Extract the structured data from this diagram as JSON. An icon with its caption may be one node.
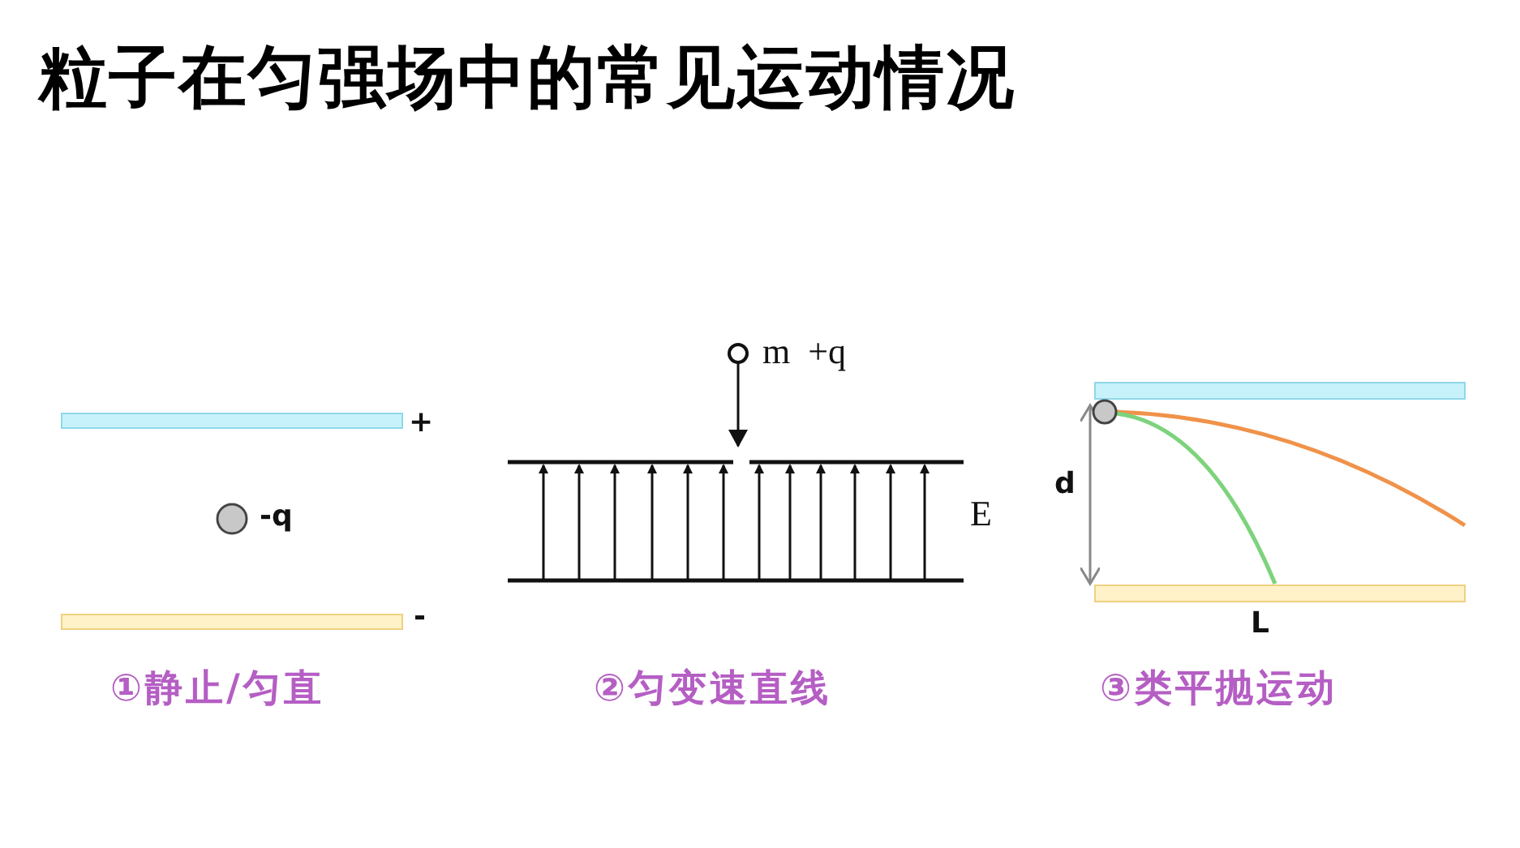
{
  "diagram": {
    "title": "粒子在匀强场中的常见运动情况",
    "labels": [
      "+",
      "-q",
      "-",
      "①静止/匀直",
      "m  +q",
      "E",
      "②匀变速直线",
      "d",
      "L",
      "③类平抛运动"
    ]
  }
}
